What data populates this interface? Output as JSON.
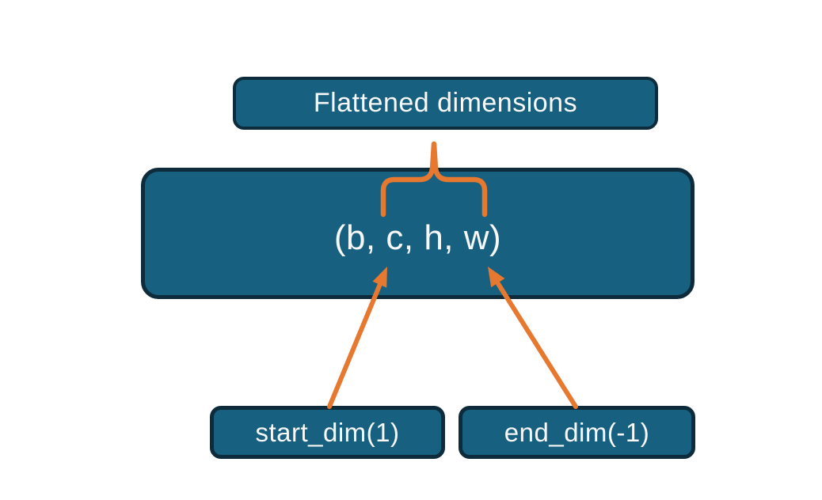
{
  "diagram": {
    "title_node": {
      "label": "Flattened dimensions"
    },
    "tensor_node": {
      "label": "(b, c, h, w)"
    },
    "start_dim_node": {
      "label": "start_dim(1)"
    },
    "end_dim_node": {
      "label": "end_dim(-1)"
    }
  },
  "colors": {
    "canvas_bg": "#ffffff",
    "node_fill": "#17607f",
    "node_border": "#0d2b3b",
    "node_text": "#f7f7f7",
    "accent_orange": "#e6792f"
  }
}
